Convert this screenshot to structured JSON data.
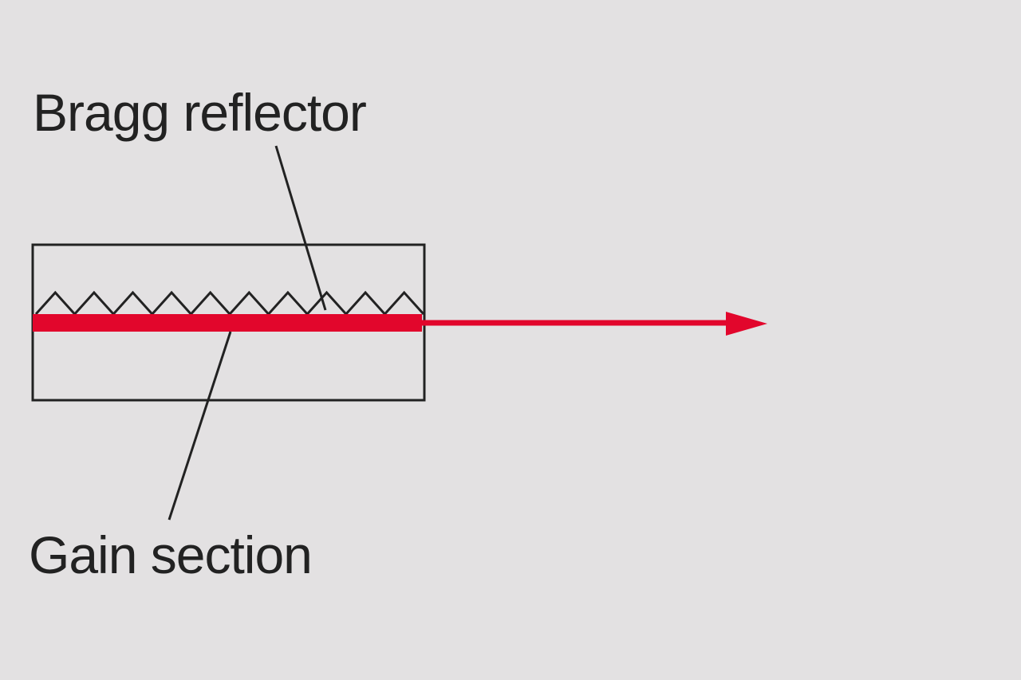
{
  "labels": {
    "bragg": "Bragg reflector",
    "gain": "Gain section"
  },
  "colors": {
    "background": "#e3e1e2",
    "line": "#222222",
    "beam": "#e2062c"
  },
  "grating": {
    "teeth_count": 10
  }
}
